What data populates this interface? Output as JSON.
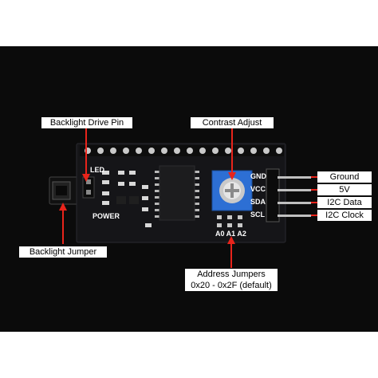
{
  "callouts": {
    "backlight_drive_pin": "Backlight Drive Pin",
    "contrast_adjust": "Contrast Adjust",
    "backlight_jumper": "Backlight Jumper",
    "address_jumpers_line1": "Address Jumpers",
    "address_jumpers_line2": "0x20 - 0x2F (default)"
  },
  "pins": [
    {
      "silk": "GND",
      "label": "Ground"
    },
    {
      "silk": "VCC",
      "label": "5V"
    },
    {
      "silk": "SDA",
      "label": "I2C Data"
    },
    {
      "silk": "SCL",
      "label": "I2C Clock"
    }
  ],
  "silkscreen": {
    "led": "LED",
    "power": "POWER",
    "address": "A0 A1 A2"
  },
  "colors": {
    "background": "#0b0b0b",
    "board": "#151518",
    "callout_line": "#e8241b",
    "callout_box": "#ffffff",
    "potentiometer": "#2d6fd4"
  }
}
